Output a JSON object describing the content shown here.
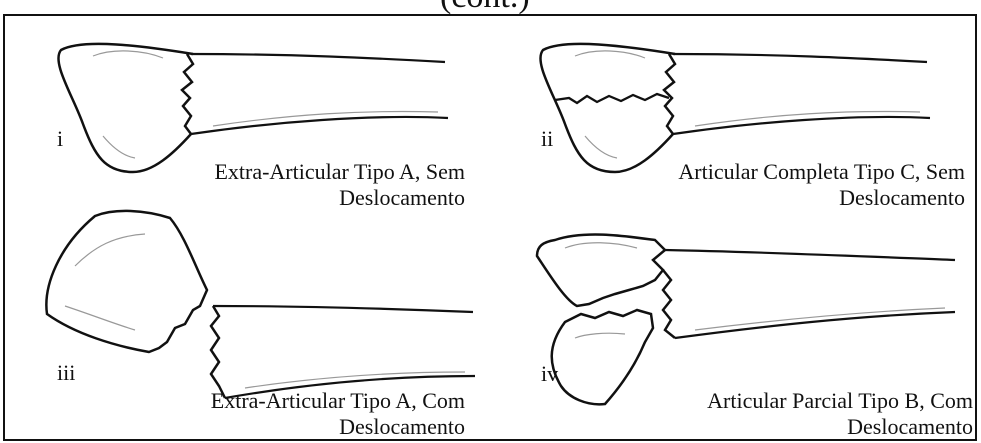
{
  "header": {
    "partial_text": "(cont.)"
  },
  "panels": [
    {
      "numeral": "i",
      "caption_line1": "Extra-Articular Tipo A, Sem",
      "caption_line2": "Deslocamento"
    },
    {
      "numeral": "ii",
      "caption_line1": "Articular Completa Tipo C, Sem",
      "caption_line2": "Deslocamento"
    },
    {
      "numeral": "iii",
      "caption_line1": "Extra-Articular Tipo A, Com",
      "caption_line2": "Deslocamento"
    },
    {
      "numeral": "iv",
      "caption_line1": "Articular Parcial Tipo B, Com",
      "caption_line2": "Deslocamento"
    }
  ],
  "colors": {
    "line": "#111111",
    "shadow": "#999999",
    "background": "#ffffff"
  }
}
